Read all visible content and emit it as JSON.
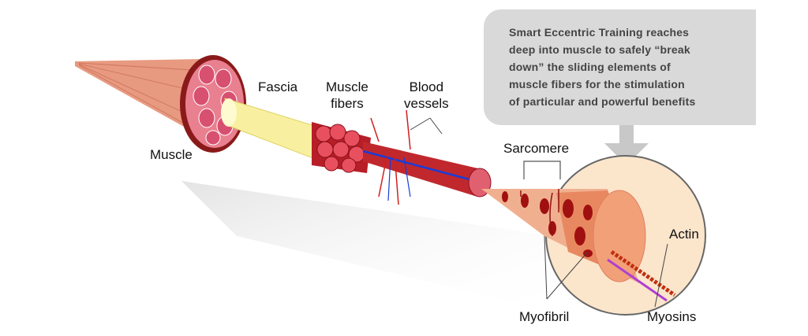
{
  "callout": {
    "lines": [
      "Smart Eccentric Training reaches",
      "deep into muscle to safely “break",
      "down” the sliding elements of",
      "muscle fibers  for the stimulation",
      "of particular and powerful benefits"
    ]
  },
  "labels": {
    "muscle": "Muscle",
    "fascia": "Fascia",
    "muscle_fibers": [
      "Muscle",
      "fibers"
    ],
    "blood_vessels": [
      "Blood",
      "vessels"
    ],
    "sarcomere": "Sarcomere",
    "actin": "Actin",
    "myofibril": "Myofibril",
    "myosins": "Myosins"
  },
  "colors": {
    "callout_bg": "#d9d9d9",
    "zoom_circle": "#fbe6cc",
    "muscle_red": "#c0282d",
    "fascia_yellow": "#f8f0a0",
    "vessel_blue": "#1a3cd8",
    "myosin_purple": "#b040d0"
  }
}
